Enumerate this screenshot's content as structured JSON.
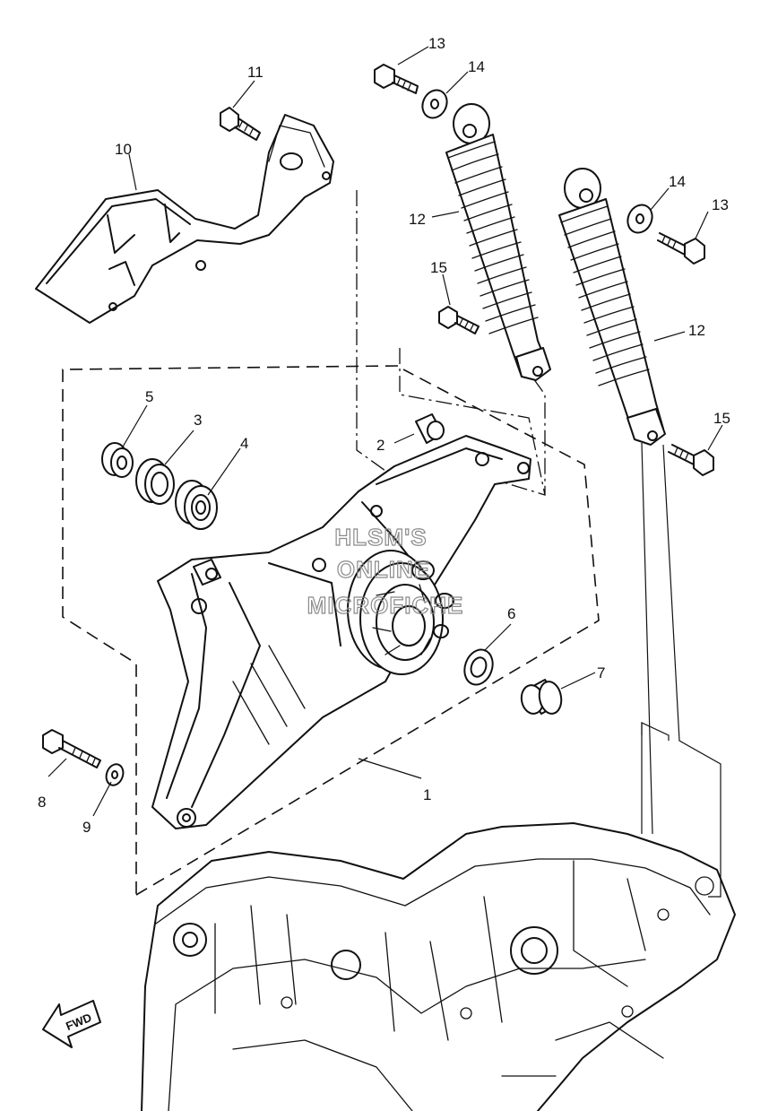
{
  "watermark": {
    "line1": "HLSM'S",
    "line2": "ONLINE",
    "line3": "MICROFICHE"
  },
  "direction_label": "FWD",
  "callouts": [
    {
      "id": "c1",
      "label": "1"
    },
    {
      "id": "c2",
      "label": "2"
    },
    {
      "id": "c3",
      "label": "3"
    },
    {
      "id": "c4",
      "label": "4"
    },
    {
      "id": "c5",
      "label": "5"
    },
    {
      "id": "c6",
      "label": "6"
    },
    {
      "id": "c7",
      "label": "7"
    },
    {
      "id": "c8",
      "label": "8"
    },
    {
      "id": "c9",
      "label": "9"
    },
    {
      "id": "c10",
      "label": "10"
    },
    {
      "id": "c11",
      "label": "11"
    },
    {
      "id": "c12a",
      "label": "12"
    },
    {
      "id": "c12b",
      "label": "12"
    },
    {
      "id": "c13a",
      "label": "13"
    },
    {
      "id": "c13b",
      "label": "13"
    },
    {
      "id": "c14a",
      "label": "14"
    },
    {
      "id": "c14b",
      "label": "14"
    },
    {
      "id": "c15a",
      "label": "15"
    },
    {
      "id": "c15b",
      "label": "15"
    }
  ]
}
